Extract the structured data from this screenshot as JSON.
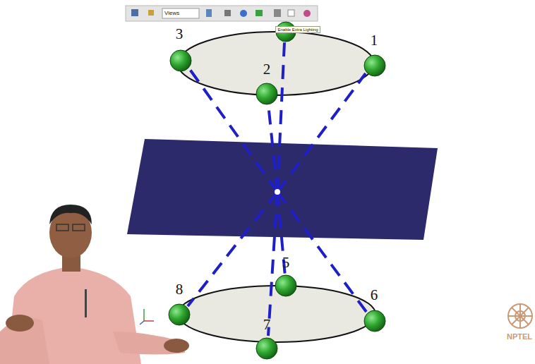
{
  "diagram": {
    "labels": [
      "3",
      "1",
      "2",
      "5",
      "8",
      "6",
      "7",
      "NPTEL",
      "Views",
      "Enable Extra Lighting"
    ]
  }
}
